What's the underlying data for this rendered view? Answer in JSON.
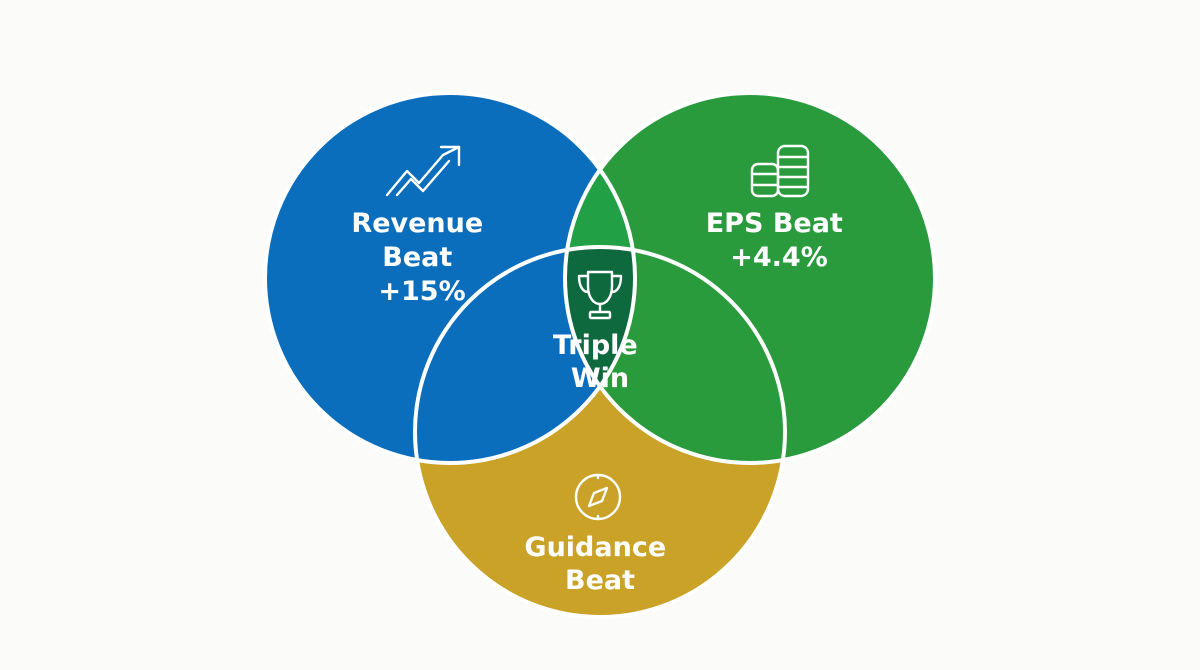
{
  "colors": {
    "revenue": "#0a6ebd",
    "eps": "#2a9b3d",
    "guidance": "#c9a227",
    "revenue_eps": "#22a045",
    "revenue_guidance": "#0a6ebd",
    "eps_guidance": "#2a9b3d",
    "center": "#0e6a3e",
    "border": "#ffffff"
  },
  "sets": {
    "revenue": {
      "lines": [
        "Revenue",
        "Beat",
        "+15%"
      ],
      "icon": "trending-up-icon"
    },
    "eps": {
      "lines": [
        "EPS Beat",
        "+4.4%"
      ],
      "icon": "coins-stack-icon"
    },
    "guidance": {
      "lines": [
        "Guidance",
        "Beat"
      ],
      "icon": "compass-icon"
    }
  },
  "center": {
    "lines": [
      "Triple",
      "Win"
    ],
    "icon": "trophy-icon"
  }
}
